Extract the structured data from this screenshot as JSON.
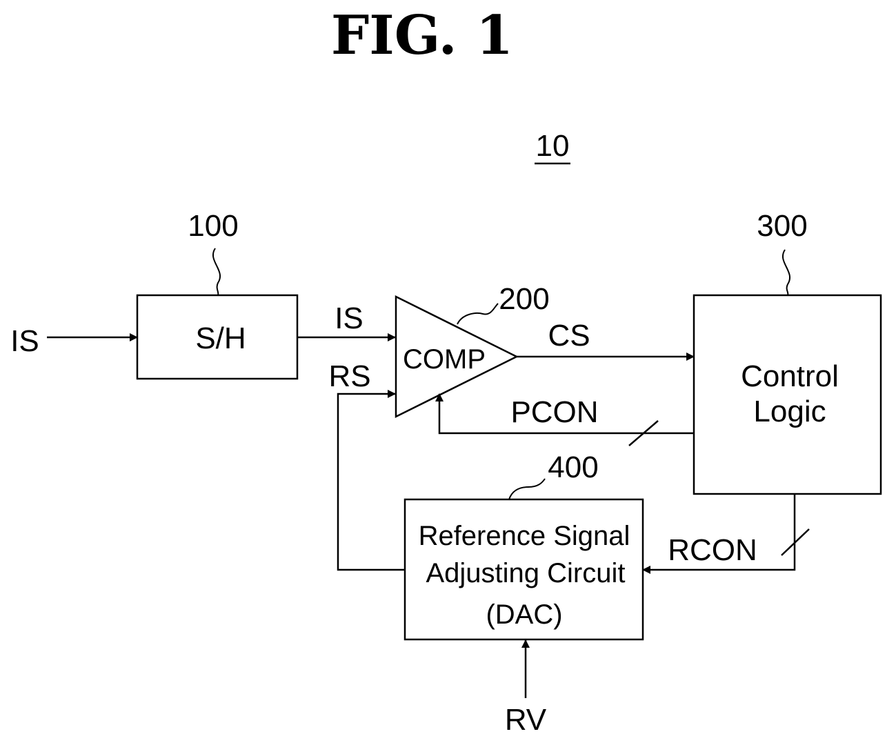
{
  "figure": {
    "title": "FIG. 1",
    "system_ref": "10"
  },
  "blocks": {
    "sample_hold": {
      "label": "S/H",
      "ref": "100"
    },
    "comparator": {
      "label": "COMP",
      "ref": "200"
    },
    "control_logic": {
      "label_line1": "Control",
      "label_line2": "Logic",
      "ref": "300"
    },
    "ref_signal_circuit": {
      "label_line1": "Reference Signal",
      "label_line2": "Adjusting Circuit",
      "label_line3": "(DAC)",
      "ref": "400"
    }
  },
  "signals": {
    "input_is": "IS",
    "sh_out_is": "IS",
    "rs": "RS",
    "cs": "CS",
    "pcon": "PCON",
    "rcon": "RCON",
    "rv": "RV"
  }
}
